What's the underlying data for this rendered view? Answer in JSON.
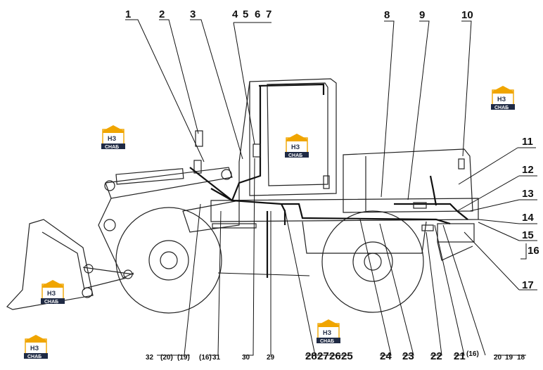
{
  "callouts_top": [
    "1",
    "2",
    "3",
    "4",
    "5",
    "6",
    "7",
    "8",
    "9",
    "10"
  ],
  "callouts_right": [
    "11",
    "12",
    "13",
    "14",
    "15",
    "16",
    "17"
  ],
  "callouts_bottom": [
    "32",
    "(20)",
    "(19)",
    "(16)",
    "31",
    "30",
    "29",
    "28",
    "27",
    "26",
    "25",
    "24",
    "23",
    "22",
    "21",
    "(16)",
    "20",
    "19",
    "18"
  ],
  "watermark": {
    "brand": "НЗ",
    "sub": "СНАБ"
  },
  "colors": {
    "line": "#111111",
    "logo_accent": "#f0a500",
    "logo_text": "#1f2a44"
  }
}
